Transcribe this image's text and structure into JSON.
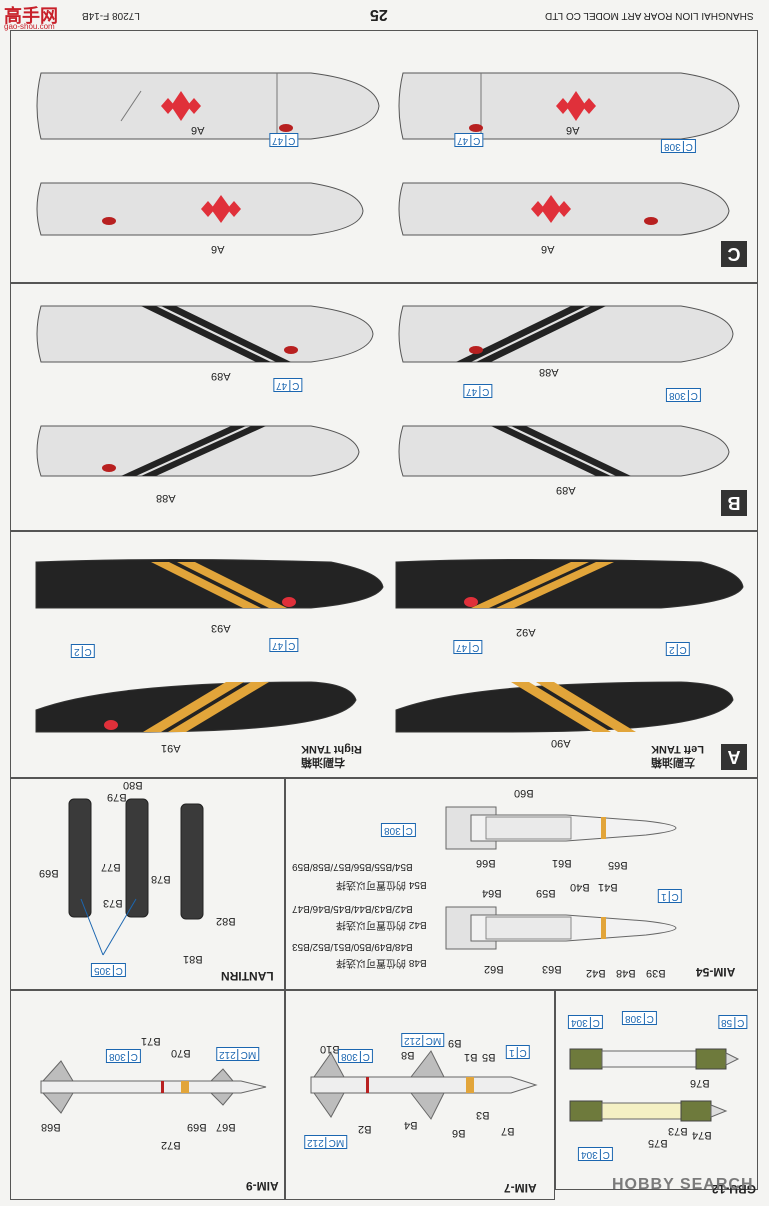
{
  "header": {
    "company": "SHANGHAI LION ROAR ART MODEL CO LTD",
    "page_number": "25",
    "kit_code": "L7208  F-14B"
  },
  "watermark": {
    "site_cn": "高手网",
    "site_url": "gao-shou.com",
    "brand": "HOBBY SEARCH"
  },
  "section_c": {
    "letter": "C",
    "decals": [
      "A6",
      "A6",
      "A6",
      "A6"
    ],
    "callouts": [
      {
        "ref": "C",
        "num": "47"
      },
      {
        "ref": "C",
        "num": "47"
      },
      {
        "ref": "C",
        "num": "308"
      }
    ]
  },
  "section_b": {
    "letter": "B",
    "decals": [
      "A89",
      "A88",
      "A88",
      "A89"
    ],
    "callouts": [
      {
        "ref": "C",
        "num": "47"
      },
      {
        "ref": "C",
        "num": "47"
      },
      {
        "ref": "C",
        "num": "308"
      }
    ]
  },
  "section_a": {
    "letter": "A",
    "decals": [
      "A93",
      "A92",
      "A91",
      "A90"
    ],
    "callouts": [
      {
        "ref": "C",
        "num": "2"
      },
      {
        "ref": "C",
        "num": "47"
      },
      {
        "ref": "C",
        "num": "47"
      },
      {
        "ref": "C",
        "num": "2"
      }
    ],
    "left_tank_en": "Left TANK",
    "left_tank_cn": "左副油箱",
    "right_tank_en": "Right TANK",
    "right_tank_cn": "右副油箱"
  },
  "aim54": {
    "title": "AIM-54",
    "labels_top": [
      "B60",
      "B66",
      "B61",
      "B65"
    ],
    "labels_bottom": [
      "B64",
      "B59",
      "B40",
      "B41",
      "B62",
      "B63",
      "B42",
      "B48",
      "B39"
    ],
    "note1_cn": "B54 的位置可以选择",
    "note1_parts": "B54/B55/B56/B57/B58/B59",
    "note2_cn": "B42 的位置可以选择",
    "note2_parts": "B42/B43/B44/B45/B46/B47",
    "note3_cn": "B48 的位置可以选择",
    "note3_parts": "B48/B49/B50/B51/B52/B53",
    "callouts": [
      {
        "ref": "C",
        "num": "308"
      },
      {
        "ref": "C",
        "num": "1"
      }
    ]
  },
  "lantirn": {
    "title": "LANTIRN",
    "labels": [
      "B80",
      "B79",
      "B69",
      "B77",
      "B78",
      "B73",
      "B82",
      "B81"
    ],
    "callout": {
      "ref": "C",
      "num": "305"
    }
  },
  "aim9": {
    "title": "AIM-9",
    "labels": [
      "B71",
      "B70",
      "B68",
      "B72",
      "B69",
      "B67"
    ],
    "callouts": [
      {
        "ref": "C",
        "num": "308"
      },
      {
        "ref": "MC",
        "num": "212"
      }
    ]
  },
  "aim7": {
    "title": "AIM-7",
    "labels": [
      "B10",
      "B8",
      "B9",
      "B5",
      "B1",
      "B3",
      "B6",
      "B4",
      "B2",
      "B7"
    ],
    "callouts": [
      {
        "ref": "C",
        "num": "308"
      },
      {
        "ref": "MC",
        "num": "212"
      },
      {
        "ref": "C",
        "num": "1"
      },
      {
        "ref": "MC",
        "num": "212"
      }
    ]
  },
  "gbu12": {
    "title": "GBU-12",
    "labels": [
      "B76",
      "B74",
      "B73",
      "B75"
    ],
    "callouts": [
      {
        "ref": "C",
        "num": "304"
      },
      {
        "ref": "C",
        "num": "308"
      },
      {
        "ref": "C",
        "num": "58"
      },
      {
        "ref": "C",
        "num": "304"
      }
    ]
  },
  "colors": {
    "tank_grey": "#e2e2e2",
    "tank_black": "#232323",
    "marking_red": "#e0303a",
    "stripe_yellow": "#e2a53a",
    "callout_blue": "#1b66b0"
  }
}
